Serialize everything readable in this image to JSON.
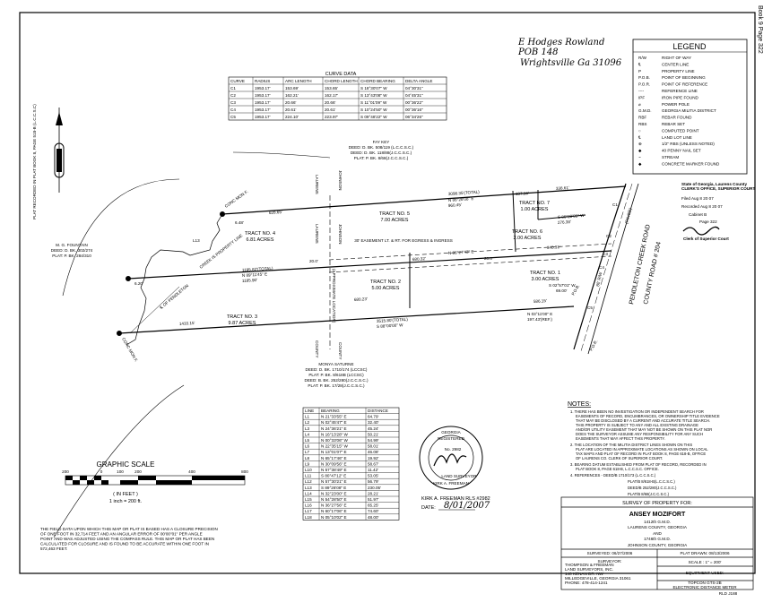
{
  "side_label": "Book 9 Page 322",
  "recorded_note": "PLAT RECORDED IN PLAT BOOK 8, PAGE 518-B (L.C.C.S.C)",
  "handwritten_address": [
    "E Hodges Rowland",
    "POB 148",
    "Wrightsville Ga 31096"
  ],
  "curve_data": {
    "title": "CURVE DATA",
    "headers": [
      "CURVE",
      "RADIUS",
      "ARC LENGTH",
      "CHORD LENGTH",
      "CHORD BEARING",
      "DELTA ANGLE"
    ],
    "rows": [
      [
        "C1",
        "1953.17'",
        "153.69'",
        "153.65'",
        "S 18°30'07\" W",
        "04°30'31\""
      ],
      [
        "C2",
        "1953.17'",
        "162.21'",
        "162.17'",
        "S 13°43'08\" W",
        "04°45'31\""
      ],
      [
        "C3",
        "1953.17'",
        "20.66'",
        "20.66'",
        "S 11°01'09\" W",
        "00°36'22\""
      ],
      [
        "C4",
        "1953.17'",
        "20.61'",
        "20.61'",
        "S 10°24'50\" W",
        "00°36'16\""
      ],
      [
        "C5",
        "1953.17'",
        "224.10'",
        "223.97'",
        "S 09°48'22\" W",
        "06°34'26\""
      ]
    ]
  },
  "legend": {
    "title": "LEGEND",
    "items": [
      [
        "R/W",
        "RIGHT OF WAY"
      ],
      [
        "℄",
        "CENTER LINE"
      ],
      [
        "P",
        "PROPERTY LINE"
      ],
      [
        "P.O.B.",
        "POINT OF BEGINNING"
      ],
      [
        "P.O.R.",
        "POINT OF REFERENCE"
      ],
      [
        "----",
        "REFERENCE LINE"
      ],
      [
        "IPF",
        "IRON PIPE FOUND"
      ],
      [
        "⌀",
        "POWER POLE"
      ],
      [
        "G.M.D.",
        "GEORGIA MILITIA DISTRICT"
      ],
      [
        "RBF",
        "REBAR FOUND"
      ],
      [
        "RBS",
        "REBAR SET"
      ],
      [
        "○",
        "COMPUTED POINT"
      ],
      [
        "℄",
        "LAND LOT LINE"
      ],
      [
        "⊕",
        "1/2\" RBS (UNLESS NOTED)"
      ],
      [
        "◆",
        "40 PENNY NAIL SET"
      ],
      [
        "~",
        "STREAM"
      ],
      [
        "◆",
        "CONCRETE MARKER FOUND"
      ]
    ]
  },
  "clerk_stamp": {
    "lines": [
      "State of Georgia, Laurens County",
      "CLERK'S OFFICE, SUPERIOR COURT",
      "Filed Aug 8 20 07",
      "Recorded Aug 8 20 07",
      "Cabinet B",
      "Page 322"
    ],
    "caption": "Clerk of Superior Court"
  },
  "plat": {
    "tracts": [
      {
        "name": "TRACT NO. 1",
        "area": "3.00 ACRES"
      },
      {
        "name": "TRACT NO. 2",
        "area": "5.00 ACRES"
      },
      {
        "name": "TRACT NO. 3",
        "area": "9.87 ACRES"
      },
      {
        "name": "TRACT NO. 4",
        "area": "6.81 ACRES"
      },
      {
        "name": "TRACT NO. 5",
        "area": "7.00 ACRES"
      },
      {
        "name": "TRACT NO. 6",
        "area": "2.00 ACRES"
      },
      {
        "name": "TRACT NO. 7",
        "area": "1.00 ACRES"
      }
    ],
    "owners": {
      "fay_key": [
        "FAY KEY",
        "DEED: D. BK. 508/119 (L.C.C.S.C.)",
        "DEED: D. BK. 118/88(J.C.C.S.C.)",
        "PLAT: P. BK. 8/68(J.C.C.S.C.)"
      ],
      "fountain": [
        "M. G. FOUNTAIN",
        "DEED: D. BK. 302/274",
        "PLAT: P. BK. 284/310"
      ],
      "saturne": [
        "MONYA SATURNE",
        "DEED: D. BK. 1710/174 (LCCSC)",
        "PLAT: P. BK. 8/618B (LCCSC)",
        "DEED: B. BK. 252/280(J.C.C.S.C.)",
        "PLAT: P. BK. 17/28(J.C.C.S.C.)"
      ]
    },
    "road": [
      "PENDLETON CREEK ROAD",
      "COUNTY ROAD # 204",
      "(PAVED)",
      "80' R/W"
    ],
    "county_labels": [
      "LAURENS",
      "JOHNSON",
      "COUNTY",
      "COUNTY",
      "LAURENS",
      "JOHNSON"
    ],
    "county_line": "(APPROXIMATE LOCATION)",
    "easement": "30' EASEMENT LT. & RT. FOR EGRESS & INGRESS",
    "creek": "CREEK IS PROPERTY LINE",
    "pendleton": "℄ OF PENDLETON",
    "monuments": [
      "CONC MON F.",
      "CONC MON F."
    ],
    "dims": [
      "3098.35'(TOTAL)",
      "N 86°28'08\" E",
      "960.45'",
      "628.65'",
      "1195.82'(TOTAL)",
      "N 89°11'45\" E",
      "1185.90'",
      "1433.15'",
      "3515.80'(TOTAL)",
      "S 88°00'00\" W",
      "680.23'",
      "586.15'",
      "N 86°27'43\" E",
      "680.32'",
      "340.31'",
      "137.16'",
      "338.61'",
      "276.38'",
      "S 86°28'05\" W",
      "N 03°11'00\" E",
      "197.43'(REF.)",
      "S 02°57'01\" W",
      "69.00'",
      "20.0'",
      "20.0'",
      "6.48'",
      "6.20'",
      "L13",
      "P.O.B.",
      "P.O.R.",
      "C1",
      "C2",
      "C3",
      "C4",
      "C5"
    ]
  },
  "line_table": {
    "headers": [
      "LINE",
      "BEARING",
      "DISTANCE"
    ],
    "rows": [
      [
        "L1",
        "N 21°33'55\" E",
        "64.79'"
      ],
      [
        "L2",
        "N 02°45'47\" E",
        "32.40'"
      ],
      [
        "L3",
        "N 24°36'21\" E",
        "45.24'"
      ],
      [
        "L4",
        "N 16°13'28\" W",
        "50.21'"
      ],
      [
        "L5",
        "N 00°33'06\" W",
        "54.99'"
      ],
      [
        "L6",
        "N 22°35'15\" W",
        "58.01'"
      ],
      [
        "L7",
        "N 13°01'07\" E",
        "46.08'"
      ],
      [
        "L8",
        "N 65°17'46\" E",
        "19.92'"
      ],
      [
        "L9",
        "N 30°09'56\" E",
        "58.67'"
      ],
      [
        "L10",
        "N 57°38'49\" E",
        "11.42'"
      ],
      [
        "L11",
        "S 80°47'12\" E",
        "53.05'"
      ],
      [
        "L12",
        "N 57°30'21\" E",
        "56.79'"
      ],
      [
        "L13",
        "S 89°26'08\" E",
        "230.05'"
      ],
      [
        "L14",
        "N 32°23'00\" E",
        "28.21'"
      ],
      [
        "L15",
        "N 54°28'50\" E",
        "51.97'"
      ],
      [
        "L16",
        "N 36°27'56\" E",
        "65.25'"
      ],
      [
        "L17",
        "N 60°17'06\" E",
        "74.60'"
      ],
      [
        "L18",
        "N 05°10'02\" E",
        "48.00'"
      ]
    ]
  },
  "graphic_scale": {
    "title": "GRAPHIC SCALE",
    "ticks": [
      "200",
      "0",
      "100",
      "200",
      "400",
      "800"
    ],
    "unit": "( IN FEET )",
    "ratio": "1 inch = 200 ft."
  },
  "closure_note": [
    "THE FIELD DATA UPON WHICH THIS MAP OR PLAT IS BASED HAS A CLOSURE PRECISION",
    "OF ONE FOOT IN 32,714 FEET AND AN ANGULAR ERROR OF 00'00\"01\" PER ANGLE",
    "POINT AND WAS ADJUSTED USING THE COMPASS RULE. THIS MAP OR PLAT HAS BEEN",
    "CALCULATED FOR CLOSURE AND IS FOUND TO BE ACCURATE WITHIN ONE FOOT IN",
    "572,463 FEET."
  ],
  "seal": {
    "ring": [
      "GEORGIA",
      "REGISTERED",
      "No. 2982",
      "LAND SURVEYOR",
      "KIRK A. FREEMAN"
    ],
    "signer": "KIRK A. FREEMAN RLS #2982",
    "date_label": "DATE:",
    "date_value": "8/01/2007"
  },
  "notes": {
    "title": "NOTES:",
    "items": [
      "1. THERE HAS BEEN NO INVESTIGATION OR INDEPENDENT SEARCH FOR EASEMENTS OF RECORD, ENCUMBRANCES, OR OWNERSHIP TITLE EVIDENCE THAT MAY BE DISCLOSED BY A CURRENT AND ACCURATE TITLE SEARCH. THIS PROPERTY IS SUBJECT TO ANY AND ALL EXISTING DRAINAGE AND/OR UTILITY EASEMENT THAT MAY NOT BE SHOWN ON THIS PLAT NOR DOES THE SURVEYOR ASSUME ANY RESPONSIBILITY FOR ANY SUCH EASEMENTS THAT MAY AFFECT THIS PROPERTY.",
      "2. THE LOCATION OF THE MILITIA DISTRICT LINES SHOWN ON THIS PLAT ARE LOCATED IN APPROXIMATE LOCATIONS AS SHOWN ON LOCAL TAX MAPS AND PLAT OF RECORD IN PLAT BOOK 8, PAGE 618-B, OFFICE OF LAURENS CO. CLERK OF SUPERIOR COURT.",
      "3. BEARING DATUM ESTABLISHED FROM PLAT OF RECORD, RECORDED IN PLAT BOOK 8, PAGE 618-B, L.C.C.S.C. OFFICE.",
      "4. REFERENCES - DEED/B 1710/173 (L.C.C.S.C.)",
      "PLAT/B 8/618-B(L.C.C.S.C.)",
      "DEED/B 252/280(J.C.C.S.C.)",
      "PLAT/B 8/68(J.C.C.S.C.)"
    ]
  },
  "survey_block": {
    "heading": "SURVEY OF PROPERTY FOR:",
    "client": "ANSEY MOZIFORT",
    "location": [
      "1412th G.M.D.",
      "LAURENS COUNTY, GEORGIA",
      "AND",
      "1746th G.M.D.",
      "JOHNSON COUNTY, GEORGIA"
    ],
    "surveyed": "SURVEYED: 06/27/2006",
    "plat_drawn": "PLAT DRAWN: 08/13/2006",
    "surveyor_label": "SURVEYOR:",
    "scale": "SCALE : 1\" = 200'",
    "surveyor": [
      "THOMPSON & FREEMAN",
      "LAND SURVEYORS, INC.",
      "140 KENAN DR. NW",
      "MILLEDGEVILLE, GEORGIA 31061",
      "PHONE: 478-414-1241"
    ],
    "equipment_label": "EQUIPMENT USED:",
    "equipment": [
      "TOPCON GTS-2B",
      "ELECTRONIC DISTANCE METER"
    ],
    "file": "RLD J188"
  }
}
